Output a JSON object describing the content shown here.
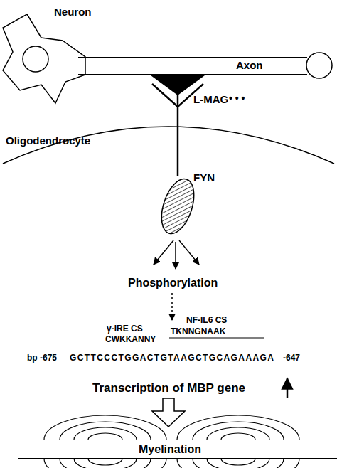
{
  "diagram": {
    "nodes": [
      {
        "text": [
          "Neuron"
        ]
      },
      {
        "text": [
          "Axon"
        ]
      },
      {
        "text": [
          "Oligodendrocyte"
        ]
      },
      {
        "text": [
          "FYN"
        ],
        "in": 2
      },
      {
        "text": [
          "Myelination"
        ]
      }
    ],
    "edges": [
      {
        "from": 1,
        "to": 3,
        "arrow": "none",
        "label": "L-MAG"
      }
    ],
    "labels": [
      "• • •",
      "Phosphorylation",
      "γ-IRE CS",
      "NF-IL6 CS",
      "TKNNGNAAK",
      "CWKKANNY",
      "bp -675",
      "GCTTCCCTGGACTGTAAGCTGCAGAAAGA",
      "-647",
      "Transcription of MBP gene"
    ]
  }
}
